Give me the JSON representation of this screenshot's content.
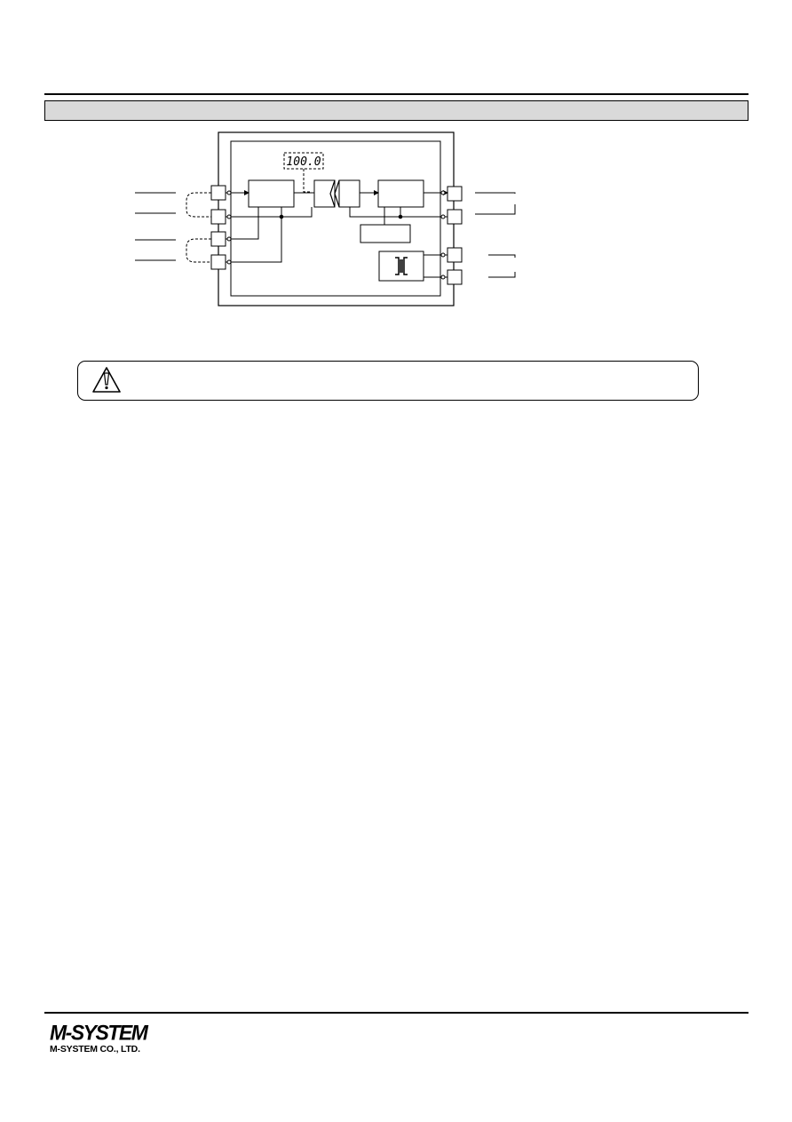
{
  "document": {
    "section_title": ""
  },
  "diagram": {
    "display_readout": "100.0",
    "terminals_left": 4,
    "terminals_right": 4
  },
  "warning": {
    "icon": "warning-triangle-icon",
    "text": ""
  },
  "footer": {
    "logo_text": "M-SYSTEM",
    "company_name": "M-SYSTEM CO., LTD."
  }
}
